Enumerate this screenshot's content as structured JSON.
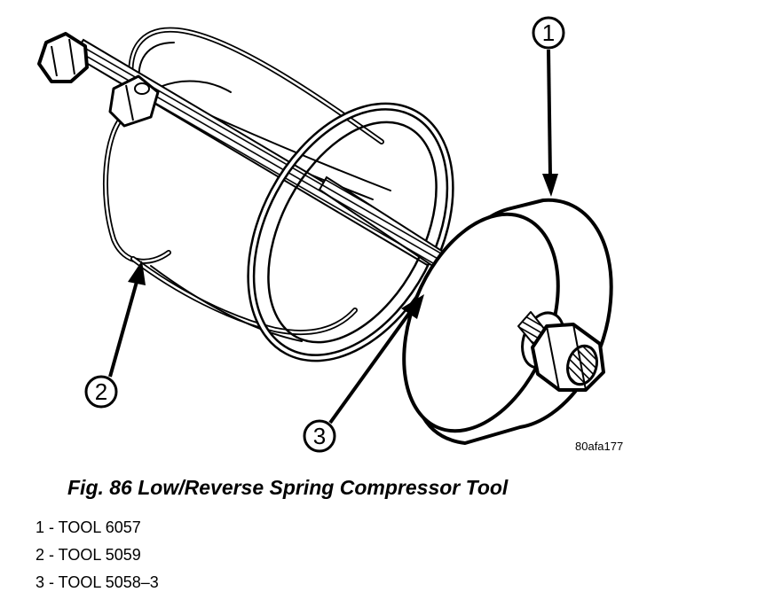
{
  "figure": {
    "reference_code": "80afa177",
    "callouts": [
      {
        "number": "1"
      },
      {
        "number": "2"
      },
      {
        "number": "3"
      }
    ]
  },
  "caption": "Fig. 86 Low/Reverse Spring Compressor Tool",
  "legend": [
    {
      "text": "1 - TOOL 6057"
    },
    {
      "text": "2 - TOOL 5059"
    },
    {
      "text": "3 - TOOL 5058–3"
    }
  ]
}
